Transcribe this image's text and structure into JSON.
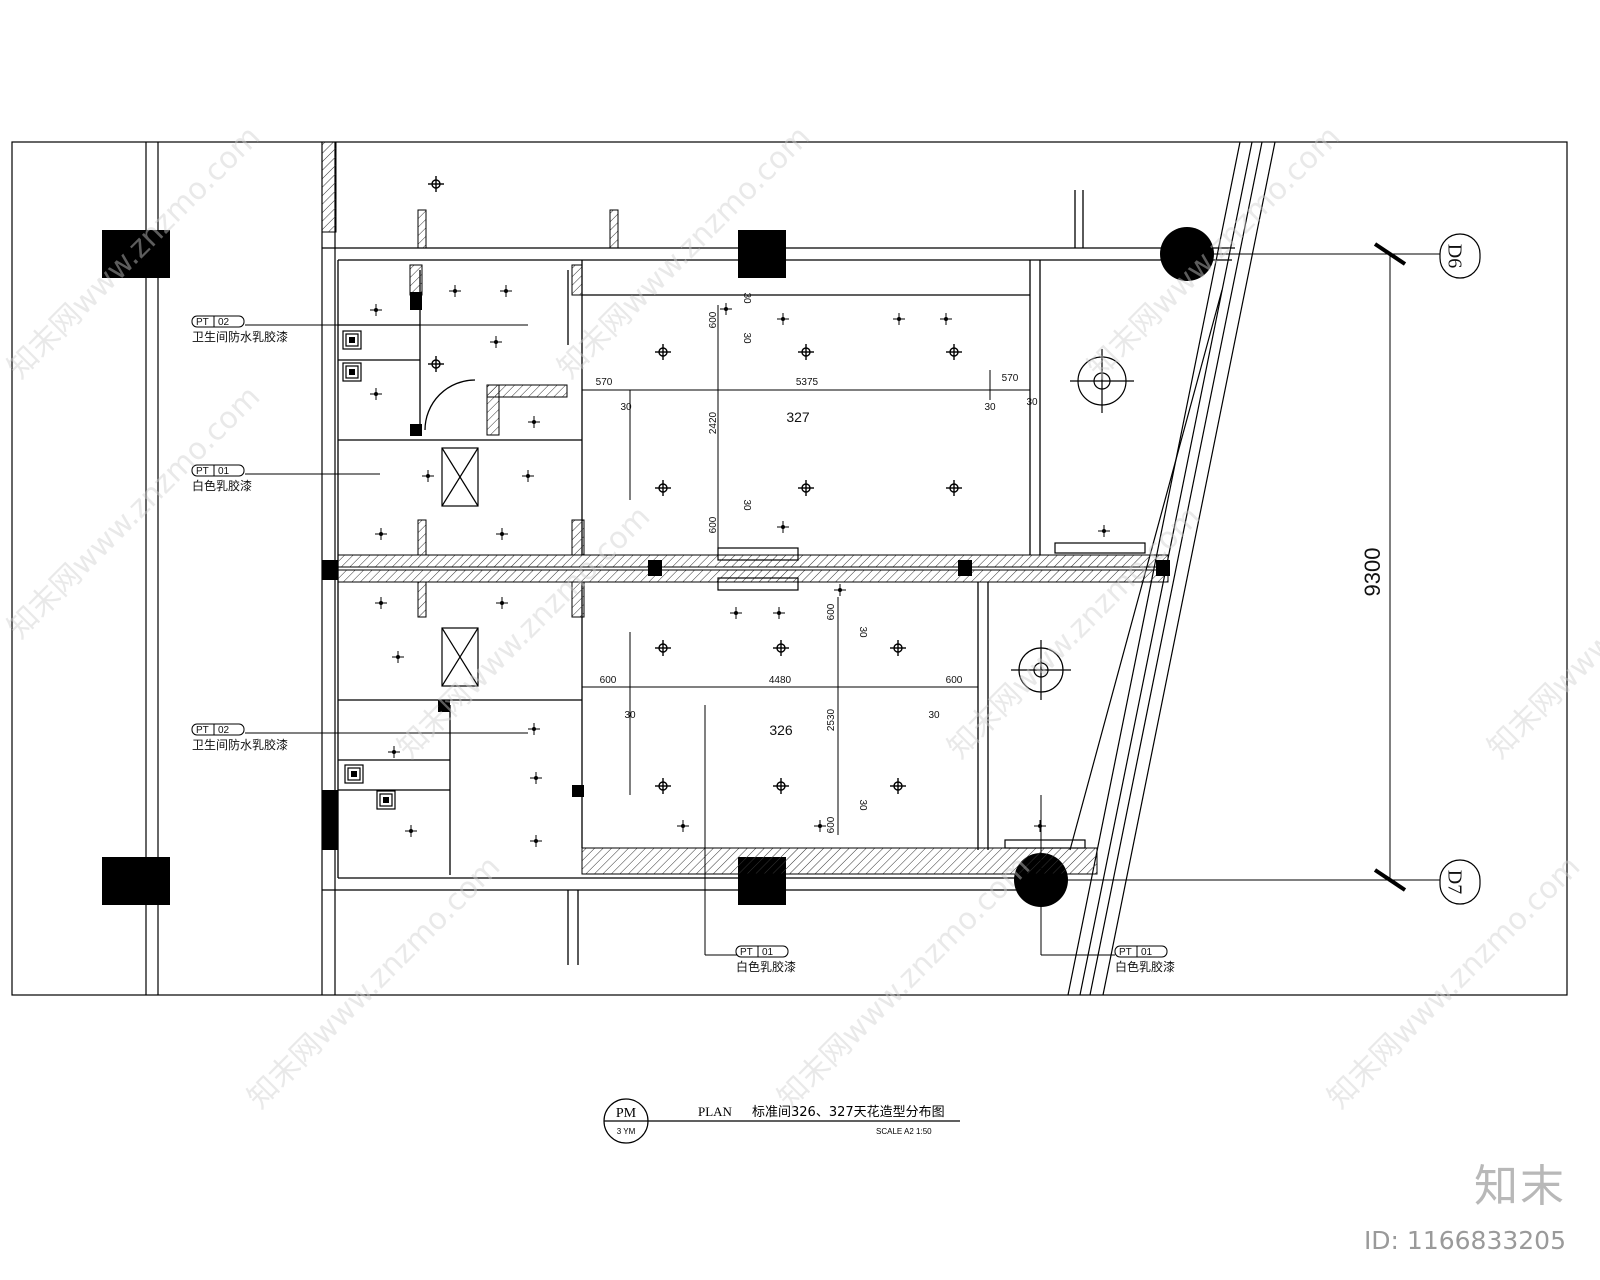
{
  "plan": {
    "rooms": {
      "upper": "327",
      "lower": "326"
    },
    "grid_axes": {
      "top": "D6",
      "bottom": "D7"
    },
    "overall_dimension": "9300",
    "upper_dims": {
      "h1": "570",
      "h2": "5375",
      "h3": "570",
      "v1": "600",
      "v2": "30",
      "v3": "30",
      "v4": "2420",
      "v5": "30",
      "v6": "600",
      "side30": "30"
    },
    "lower_dims": {
      "h1": "600",
      "h2": "4480",
      "h3": "600",
      "v1": "600",
      "v2": "30",
      "v3": "2530",
      "v4": "30",
      "v5": "600",
      "side30": "30"
    },
    "finish_tags": [
      {
        "code": "PT",
        "num": "02",
        "desc": "卫生间防水乳胶漆"
      },
      {
        "code": "PT",
        "num": "01",
        "desc": "白色乳胶漆"
      },
      {
        "code": "PT",
        "num": "02",
        "desc": "卫生间防水乳胶漆"
      },
      {
        "code": "PT",
        "num": "01",
        "desc": "白色乳胶漆"
      },
      {
        "code": "PT",
        "num": "01",
        "desc": "白色乳胶漆"
      }
    ]
  },
  "title_block": {
    "symbol_top": "PM",
    "symbol_bottom": "3 YM",
    "prefix": "PLAN",
    "title": "标准间326、327天花造型分布图",
    "scale": "SCALE A2   1:50"
  },
  "watermark": {
    "text": "知末网www.znzmo.com"
  },
  "brand": {
    "logo_text": "知末",
    "id_text": "ID: 1166833205"
  }
}
